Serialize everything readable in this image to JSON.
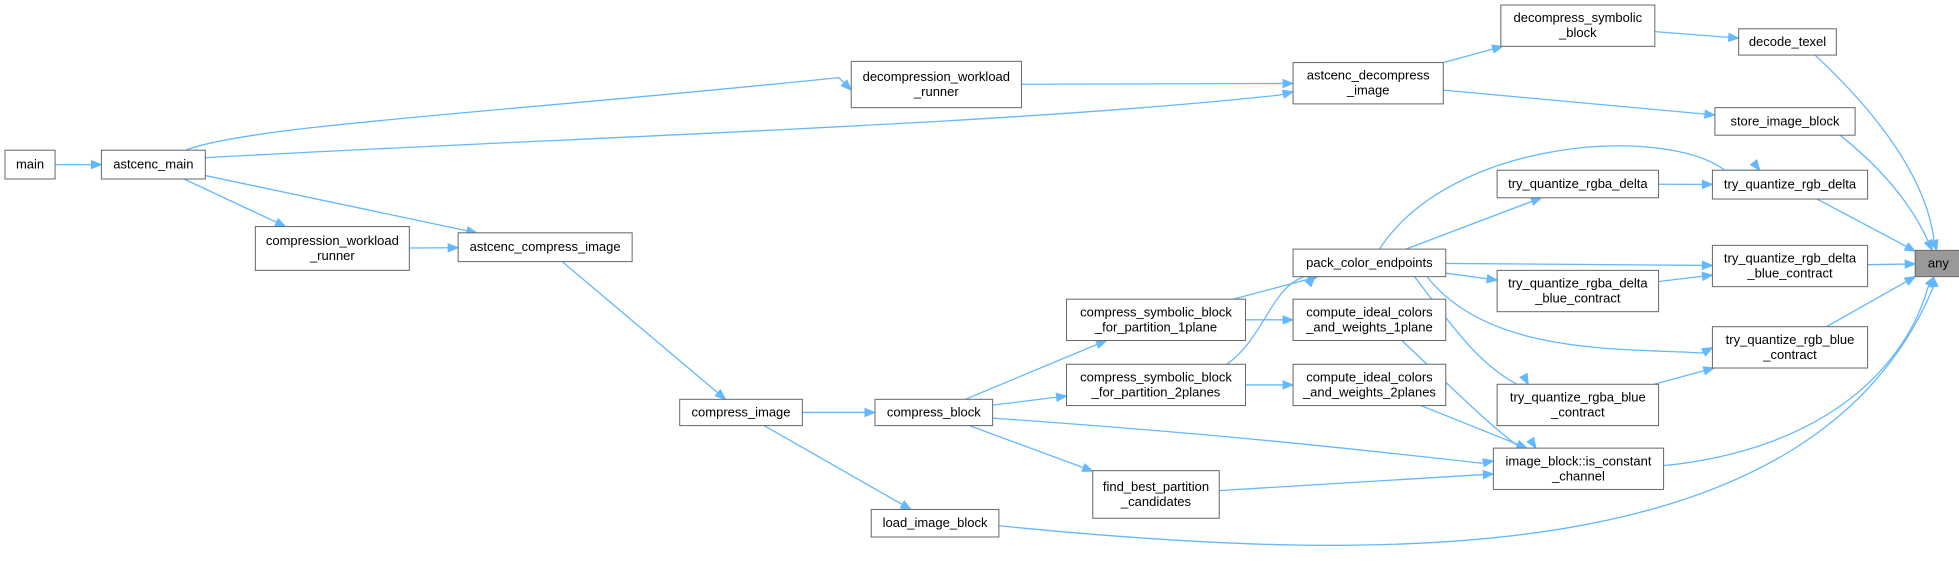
{
  "colors": {
    "edge": "#63b8ff",
    "node_border": "#666666",
    "highlight_fill": "#999999"
  },
  "nodes": [
    {
      "id": "main",
      "lines": [
        "main"
      ]
    },
    {
      "id": "astcenc_main",
      "lines": [
        "astcenc_main"
      ]
    },
    {
      "id": "decompression_workload_runner",
      "lines": [
        "decompression_workload",
        "_runner"
      ]
    },
    {
      "id": "compression_workload_runner",
      "lines": [
        "compression_workload",
        "_runner"
      ]
    },
    {
      "id": "astcenc_compress_image",
      "lines": [
        "astcenc_compress_image"
      ]
    },
    {
      "id": "compress_image",
      "lines": [
        "compress_image"
      ]
    },
    {
      "id": "load_image_block",
      "lines": [
        "load_image_block"
      ]
    },
    {
      "id": "compress_block",
      "lines": [
        "compress_block"
      ]
    },
    {
      "id": "compress_symbolic_block_1plane",
      "lines": [
        "compress_symbolic_block",
        "_for_partition_1plane"
      ]
    },
    {
      "id": "compress_symbolic_block_2planes",
      "lines": [
        "compress_symbolic_block",
        "_for_partition_2planes"
      ]
    },
    {
      "id": "find_best_partition_candidates",
      "lines": [
        "find_best_partition",
        "_candidates"
      ]
    },
    {
      "id": "astcenc_decompress_image",
      "lines": [
        "astcenc_decompress",
        "_image"
      ]
    },
    {
      "id": "pack_color_endpoints",
      "lines": [
        "pack_color_endpoints"
      ]
    },
    {
      "id": "compute_ideal_1plane",
      "lines": [
        "compute_ideal_colors",
        "_and_weights_1plane"
      ]
    },
    {
      "id": "compute_ideal_2planes",
      "lines": [
        "compute_ideal_colors",
        "_and_weights_2planes"
      ]
    },
    {
      "id": "decompress_symbolic_block",
      "lines": [
        "decompress_symbolic",
        "_block"
      ]
    },
    {
      "id": "try_quantize_rgba_delta",
      "lines": [
        "try_quantize_rgba_delta"
      ]
    },
    {
      "id": "try_quantize_rgba_delta_blue_contract",
      "lines": [
        "try_quantize_rgba_delta",
        "_blue_contract"
      ]
    },
    {
      "id": "try_quantize_rgba_blue_contract",
      "lines": [
        "try_quantize_rgba_blue",
        "_contract"
      ]
    },
    {
      "id": "image_block_is_constant_channel",
      "lines": [
        "image_block::is_constant",
        "_channel"
      ]
    },
    {
      "id": "decode_texel",
      "lines": [
        "decode_texel"
      ]
    },
    {
      "id": "store_image_block",
      "lines": [
        "store_image_block"
      ]
    },
    {
      "id": "try_quantize_rgb_delta",
      "lines": [
        "try_quantize_rgb_delta"
      ]
    },
    {
      "id": "try_quantize_rgb_delta_blue_contract",
      "lines": [
        "try_quantize_rgb_delta",
        "_blue_contract"
      ]
    },
    {
      "id": "try_quantize_rgb_blue_contract",
      "lines": [
        "try_quantize_rgb_blue",
        "_contract"
      ]
    },
    {
      "id": "any",
      "lines": [
        "any"
      ],
      "highlight": true
    }
  ],
  "edges": [
    [
      "main",
      "astcenc_main"
    ],
    [
      "astcenc_main",
      "decompression_workload_runner"
    ],
    [
      "astcenc_main",
      "astcenc_decompress_image"
    ],
    [
      "astcenc_main",
      "compression_workload_runner"
    ],
    [
      "astcenc_main",
      "astcenc_compress_image"
    ],
    [
      "compression_workload_runner",
      "astcenc_compress_image"
    ],
    [
      "decompression_workload_runner",
      "astcenc_decompress_image"
    ],
    [
      "astcenc_compress_image",
      "compress_image"
    ],
    [
      "compress_image",
      "compress_block"
    ],
    [
      "compress_image",
      "load_image_block"
    ],
    [
      "compress_block",
      "compress_symbolic_block_1plane"
    ],
    [
      "compress_block",
      "compress_symbolic_block_2planes"
    ],
    [
      "compress_block",
      "find_best_partition_candidates"
    ],
    [
      "compress_block",
      "image_block_is_constant_channel"
    ],
    [
      "compress_symbolic_block_1plane",
      "pack_color_endpoints"
    ],
    [
      "compress_symbolic_block_1plane",
      "compute_ideal_1plane"
    ],
    [
      "compress_symbolic_block_2planes",
      "pack_color_endpoints"
    ],
    [
      "compress_symbolic_block_2planes",
      "compute_ideal_2planes"
    ],
    [
      "find_best_partition_candidates",
      "image_block_is_constant_channel"
    ],
    [
      "compute_ideal_1plane",
      "image_block_is_constant_channel"
    ],
    [
      "compute_ideal_2planes",
      "image_block_is_constant_channel"
    ],
    [
      "astcenc_decompress_image",
      "decompress_symbolic_block"
    ],
    [
      "astcenc_decompress_image",
      "store_image_block"
    ],
    [
      "decompress_symbolic_block",
      "decode_texel"
    ],
    [
      "pack_color_endpoints",
      "try_quantize_rgba_delta"
    ],
    [
      "pack_color_endpoints",
      "try_quantize_rgb_delta"
    ],
    [
      "pack_color_endpoints",
      "try_quantize_rgba_delta_blue_contract"
    ],
    [
      "pack_color_endpoints",
      "try_quantize_rgb_delta_blue_contract"
    ],
    [
      "pack_color_endpoints",
      "try_quantize_rgb_blue_contract"
    ],
    [
      "pack_color_endpoints",
      "try_quantize_rgba_blue_contract"
    ],
    [
      "try_quantize_rgba_delta",
      "try_quantize_rgb_delta"
    ],
    [
      "try_quantize_rgba_delta_blue_contract",
      "try_quantize_rgb_delta_blue_contract"
    ],
    [
      "try_quantize_rgba_blue_contract",
      "try_quantize_rgb_blue_contract"
    ],
    [
      "decode_texel",
      "any"
    ],
    [
      "store_image_block",
      "any"
    ],
    [
      "try_quantize_rgb_delta",
      "any"
    ],
    [
      "try_quantize_rgb_delta_blue_contract",
      "any"
    ],
    [
      "try_quantize_rgb_blue_contract",
      "any"
    ],
    [
      "image_block_is_constant_channel",
      "any"
    ],
    [
      "load_image_block",
      "any"
    ]
  ]
}
